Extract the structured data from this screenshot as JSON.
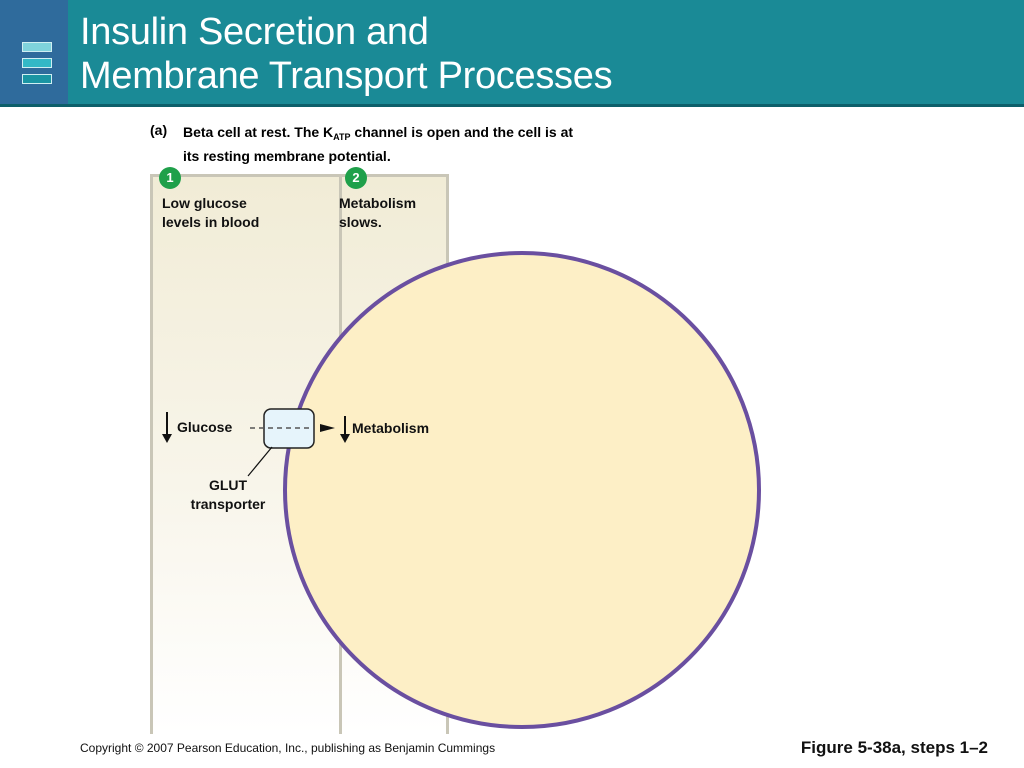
{
  "header": {
    "title_line1": "Insulin Secretion and",
    "title_line2": "Membrane Transport Processes"
  },
  "figure": {
    "panel_label": "(a)",
    "caption_part1": "Beta cell at rest. The K",
    "caption_subscript": "ATP",
    "caption_part2": " channel is open and the cell is at its resting membrane potential.",
    "steps": [
      {
        "number": "1",
        "text_line1": "Low glucose",
        "text_line2": "levels in blood"
      },
      {
        "number": "2",
        "text_line1": "Metabolism",
        "text_line2": "slows."
      }
    ],
    "labels": {
      "glucose": "Glucose",
      "metabolism": "Metabolism",
      "glut_line1": "GLUT",
      "glut_line2": "transporter"
    }
  },
  "footer": {
    "copyright": "Copyright © 2007 Pearson Education, Inc., publishing as Benjamin Cummings",
    "figure_ref": "Figure 5-38a, steps 1–2"
  },
  "colors": {
    "header_bg": "#1a8a96",
    "cell_fill": "#fdefc6",
    "cell_membrane": "#6a4fa0",
    "step_badge": "#1fa04a",
    "transporter_fill": "#e6f4fb"
  }
}
